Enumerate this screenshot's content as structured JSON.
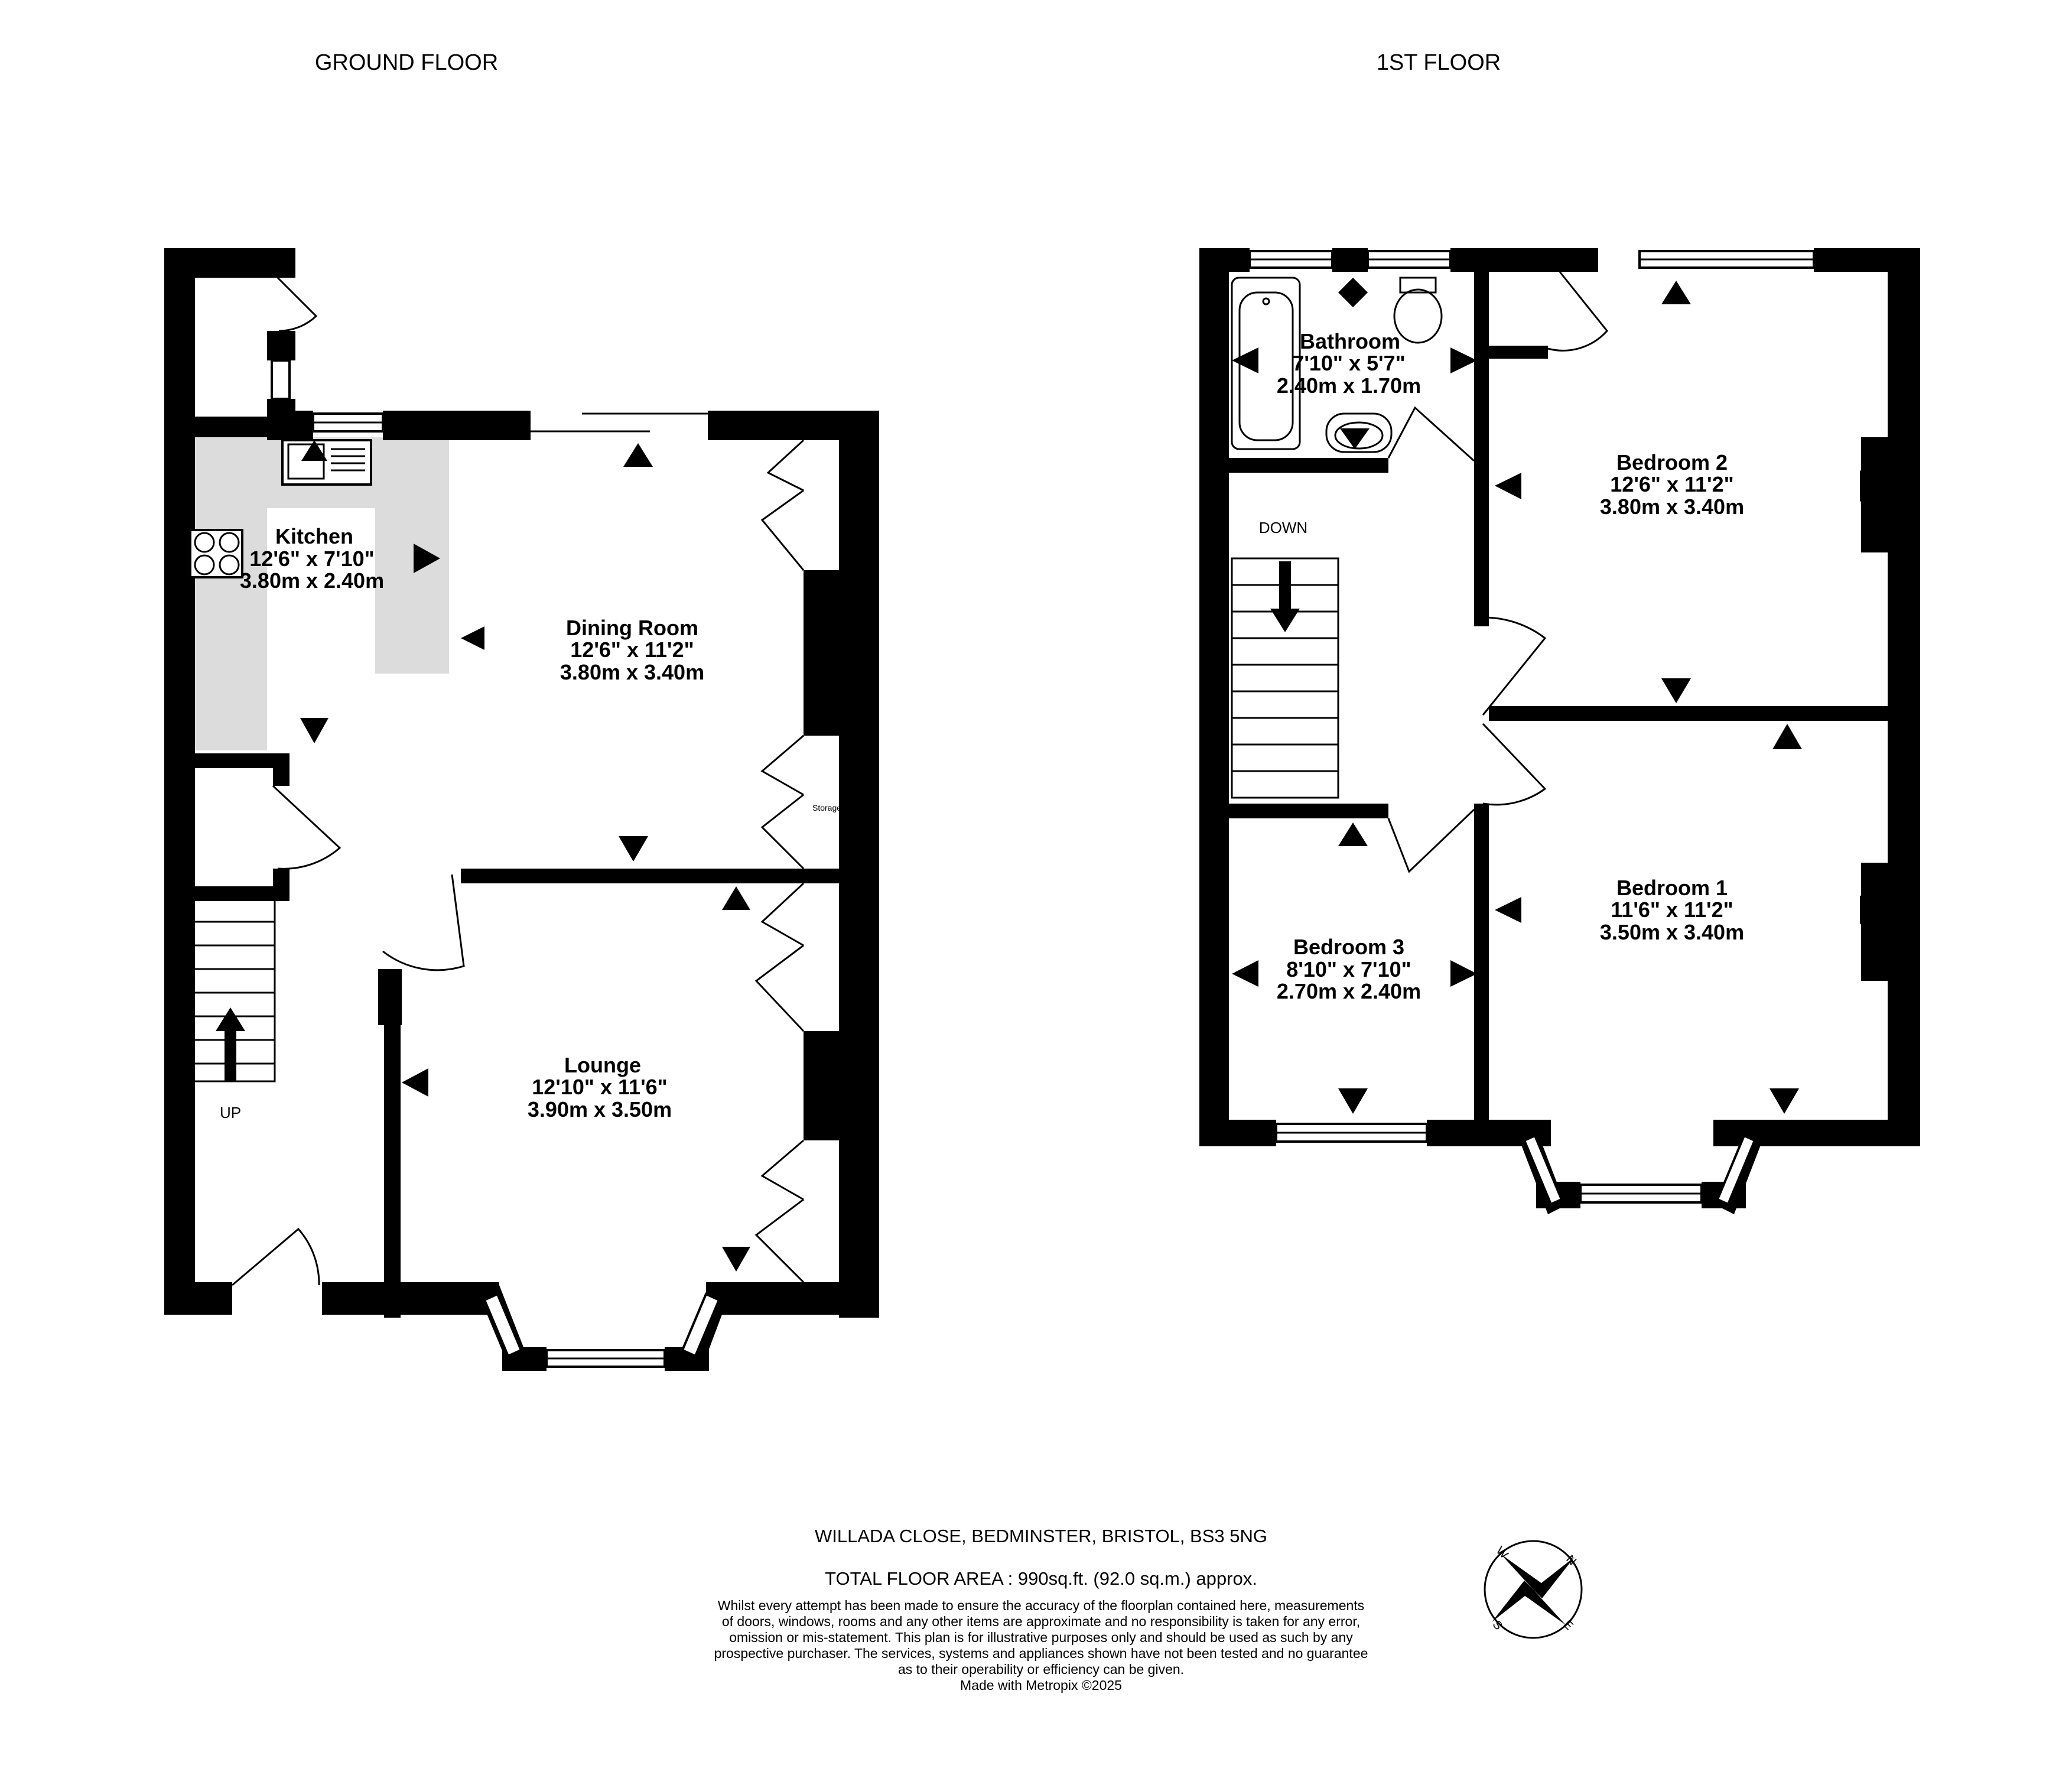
{
  "floors": [
    {
      "label": "GROUND FLOOR"
    },
    {
      "label": "1ST FLOOR"
    }
  ],
  "rooms": [
    {
      "name": "Kitchen",
      "imperial": "12'6\"  x 7'10\"",
      "metric": "3.80m  x 2.40m"
    },
    {
      "name": "Dining Room",
      "imperial": "12'6\"  x 11'2\"",
      "metric": "3.80m  x 3.40m"
    },
    {
      "name": "Lounge",
      "imperial": "12'10\"  x 11'6\"",
      "metric": "3.90m  x 3.50m"
    },
    {
      "name": "Bathroom",
      "imperial": "7'10\"  x 5'7\"",
      "metric": "2.40m  x 1.70m"
    },
    {
      "name": "Bedroom 2",
      "imperial": "12'6\"  x 11'2\"",
      "metric": "3.80m  x 3.40m"
    },
    {
      "name": "Bedroom 1",
      "imperial": "11'6\"  x 11'2\"",
      "metric": "3.50m  x 3.40m"
    },
    {
      "name": "Bedroom 3",
      "imperial": "8'10\"  x 7'10\"",
      "metric": "2.70m  x 2.40m"
    }
  ],
  "labels": {
    "up": "UP",
    "down": "DOWN",
    "storage": "Storage"
  },
  "footer": {
    "address": "WILLADA CLOSE, BEDMINSTER, BRISTOL, BS3 5NG",
    "total_area": "TOTAL FLOOR AREA : 990sq.ft. (92.0 sq.m.) approx.",
    "disclaimer": [
      "Whilst every attempt has been made to ensure the accuracy of the floorplan contained here, measurements",
      "of doors, windows, rooms and any other items are approximate and no responsibility is taken for any error,",
      "omission or mis-statement. This plan is for illustrative purposes only and should be used as such by any",
      "prospective purchaser. The services, systems and appliances shown have not been tested and no guarantee",
      "as to their operability or efficiency can be given.",
      "Made with Metropix ©2025"
    ]
  },
  "compass": {
    "n": "N",
    "e": "E",
    "s": "S",
    "w": "W"
  }
}
